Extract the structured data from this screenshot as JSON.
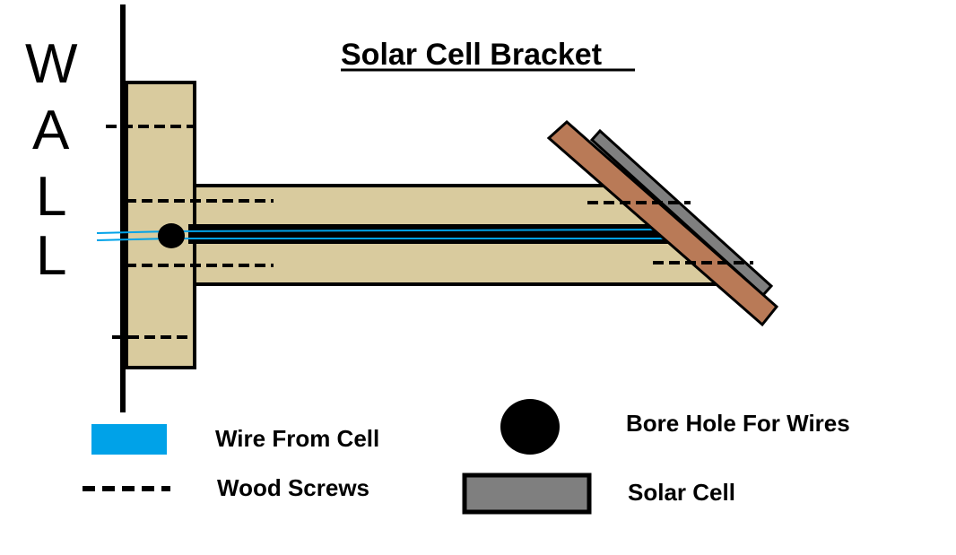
{
  "title": "Solar Cell Bracket",
  "wall_label": [
    "W",
    "A",
    "L",
    "L"
  ],
  "legend": {
    "wire": "Wire From Cell",
    "screws": "Wood Screws",
    "bore_hole": "Bore Hole For Wires",
    "solar_cell": "Solar Cell"
  },
  "colors": {
    "wood": "#d9cb9e",
    "wire": "#00a2e8",
    "solar_cell": "#7f7f7f",
    "cell_frame": "#b97a57",
    "line": "#000000"
  }
}
